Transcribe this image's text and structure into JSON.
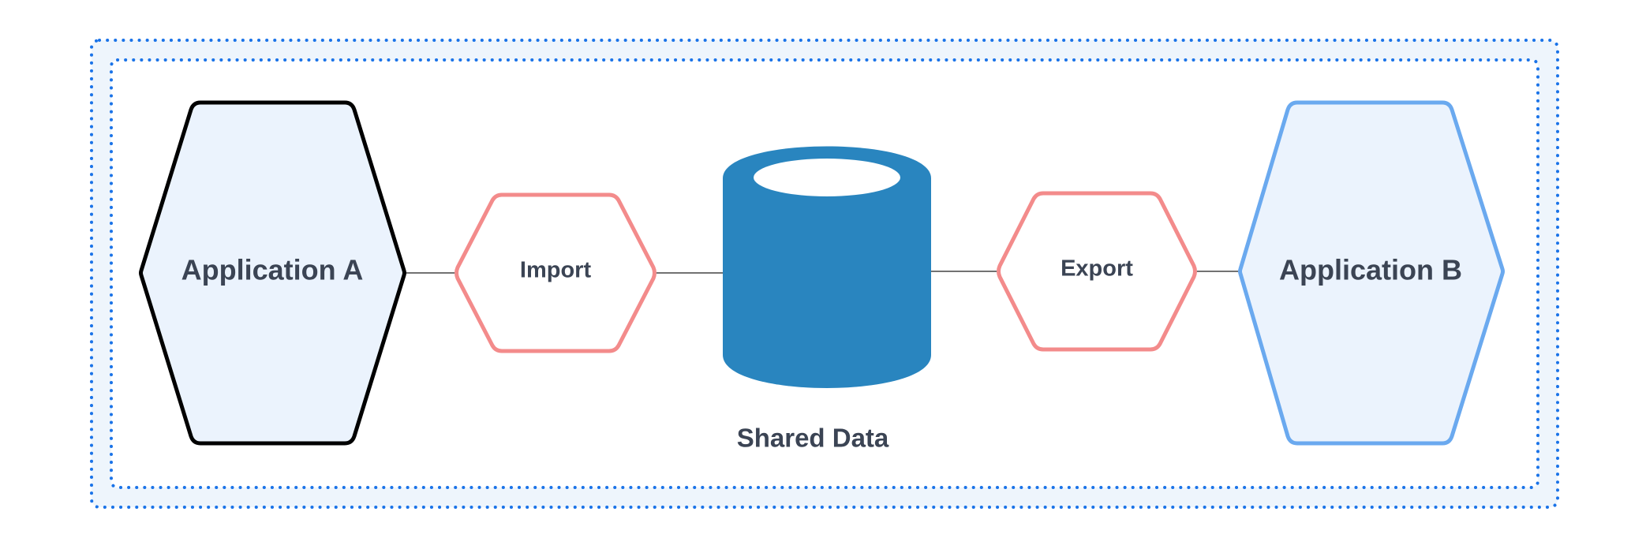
{
  "diagram": {
    "nodes": {
      "app_a": {
        "label": "Application A"
      },
      "import": {
        "label": "Import"
      },
      "database": {
        "label": "Shared Data"
      },
      "export": {
        "label": "Export"
      },
      "app_b": {
        "label": "Application B"
      }
    }
  },
  "colors": {
    "boundary_outer": "#1a73e8",
    "boundary_outer_fill": "#eef5fc",
    "boundary_inner": "#1a73e8",
    "boundary_inner_fill": "#ffffff",
    "app_a_stroke": "#000000",
    "app_a_fill": "#ebf3fd",
    "app_b_stroke": "#6aa9ef",
    "app_b_fill": "#ebf3fd",
    "adapter_stroke": "#f38b8b",
    "adapter_fill": "#ffffff",
    "database_fill": "#2985bf",
    "label_text": "#3b4454",
    "connector": "#444444"
  }
}
